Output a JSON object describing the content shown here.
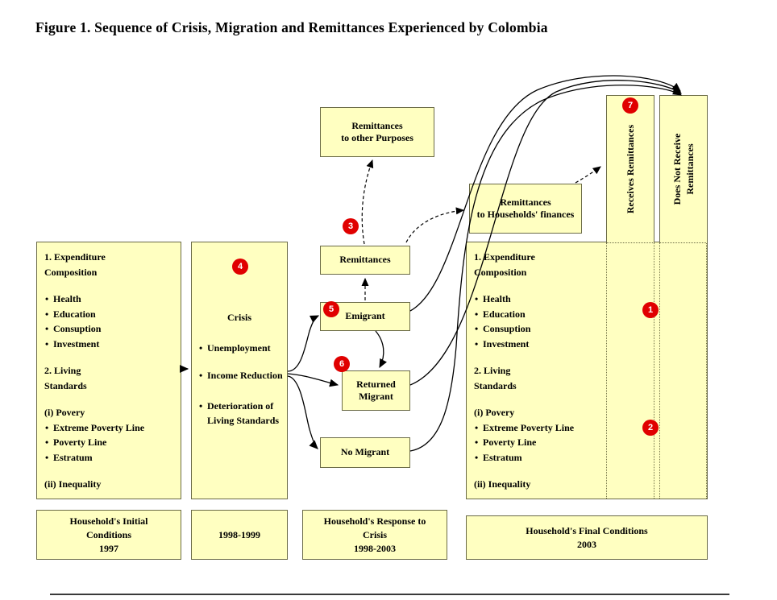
{
  "title": "Figure 1. Sequence of Crisis, Migration and Remittances Experienced by Colombia",
  "colors": {
    "box_fill": "#FFFFC1",
    "box_border": "#6B6B47",
    "badge_red": "#E00000"
  },
  "expenditure_initial": {
    "heading1_line1": "1. Expenditure",
    "heading1_line2": "Composition",
    "items1": [
      "Health",
      "Education",
      "Consuption",
      "Investment"
    ],
    "heading2_line1": "2. Living",
    "heading2_line2": "Standards",
    "sub_i": "(i) Povery",
    "items2": [
      "Extreme Poverty Line",
      "Poverty Line",
      "Estratum"
    ],
    "sub_ii": "(ii) Inequality"
  },
  "expenditure_final": {
    "heading1_line1": "1. Expenditure",
    "heading1_line2": "Composition",
    "items1": [
      "Health",
      "Education",
      "Consuption",
      "Investment"
    ],
    "heading2_line1": "2. Living",
    "heading2_line2": "Standards",
    "sub_i": "(i) Povery",
    "items2": [
      "Extreme Poverty Line",
      "Poverty Line",
      "Estratum"
    ],
    "sub_ii": "(ii) Inequality"
  },
  "crisis_box": {
    "title": "Crisis",
    "items": [
      "Unemployment",
      "Income Reduction",
      "Deterioration of Living Standards"
    ]
  },
  "flow_boxes": {
    "remittances_other_line1": "Remittances",
    "remittances_other_line2": "to other Purposes",
    "remittances": "Remittances",
    "emigrant": "Emigrant",
    "returned_line1": "Returned",
    "returned_line2": "Migrant",
    "no_migrant": "No Migrant",
    "remit_households_line1": "Remittances",
    "remit_households_line2": "to Households' finances",
    "receives": "Receives Remittances",
    "not_receive_line1": "Does Not Receive",
    "not_receive_line2": "Remittances"
  },
  "timeline": {
    "initial": [
      "Household's Initial",
      "Conditions",
      "1997"
    ],
    "period": "1998-1999",
    "response": [
      "Household's Response to",
      "Crisis",
      "1998-2003"
    ],
    "final": [
      "Household's Final Conditions",
      "2003"
    ]
  },
  "badges": {
    "n1": "1",
    "n2": "2",
    "n3": "3",
    "n4": "4",
    "n5": "5",
    "n6": "6",
    "n7": "7"
  }
}
